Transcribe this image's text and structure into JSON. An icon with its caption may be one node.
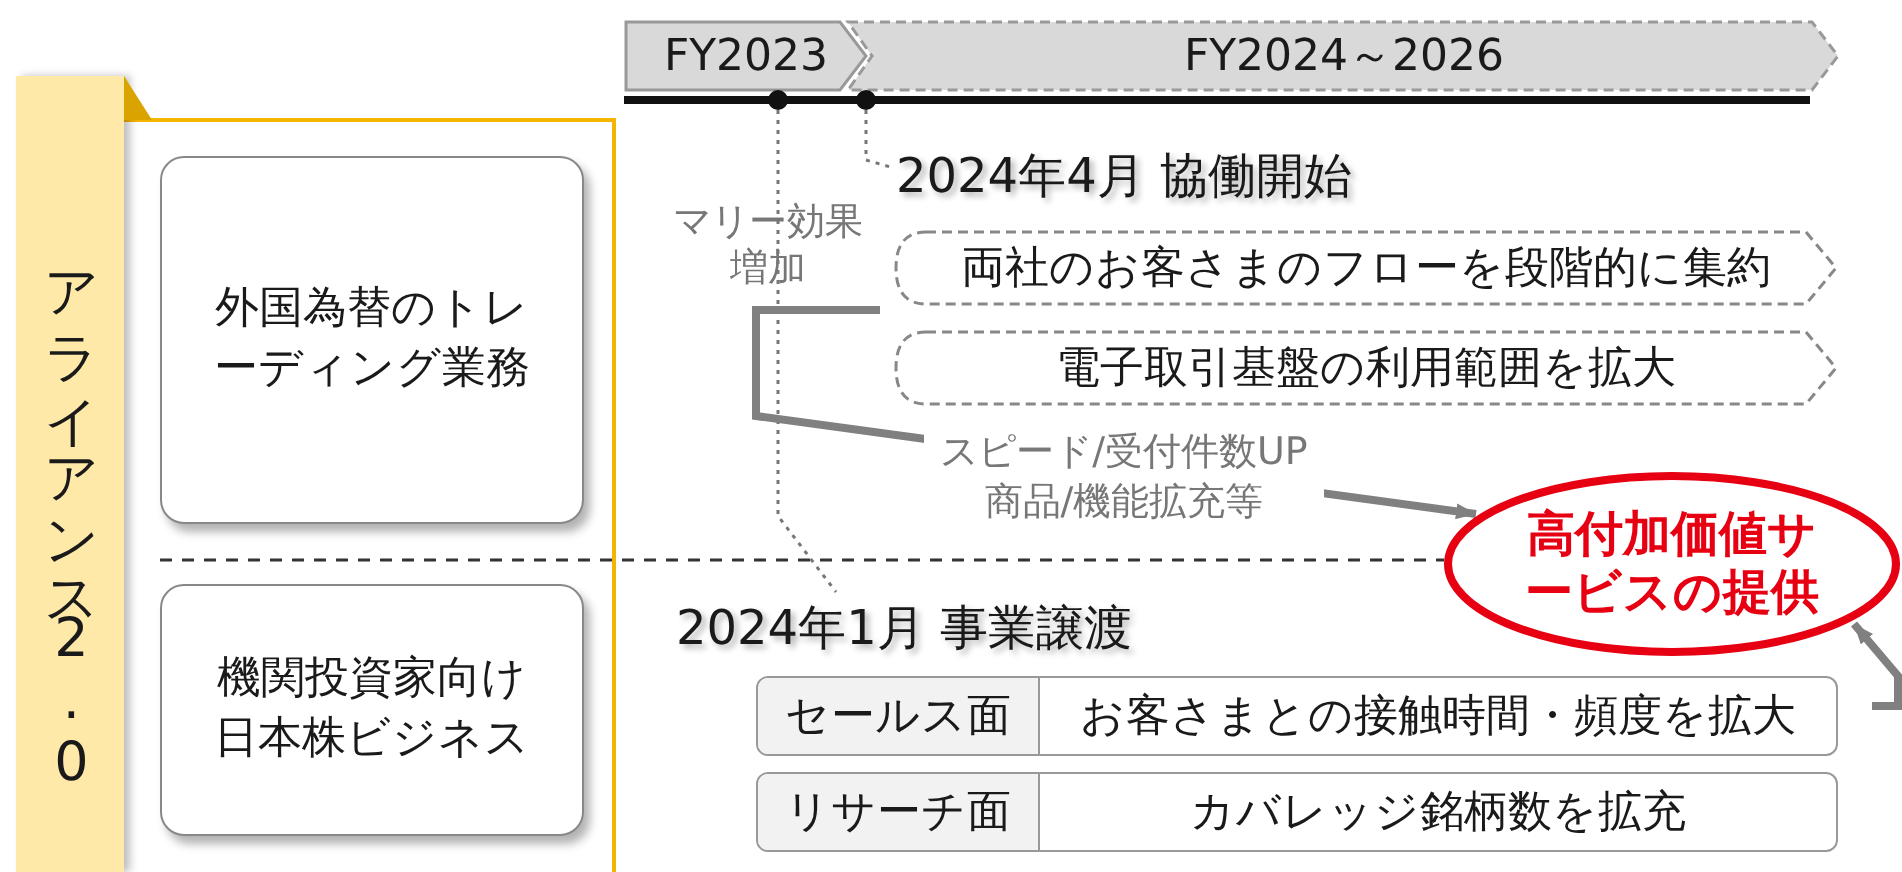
{
  "diagram": {
    "nodes": [
      {
        "text": [
          "アライアンス2.0"
        ]
      },
      {
        "text": [
          "外国為替のトレーディング業務"
        ],
        "in": 0
      },
      {
        "text": [
          "機関投資家向け日本株ビジネス"
        ],
        "in": 0
      },
      {
        "text": [
          "FY2023"
        ]
      },
      {
        "text": [
          "FY2024～2026"
        ]
      },
      {
        "text": [],
        "shape": "circle"
      },
      {
        "text": [],
        "shape": "circle"
      },
      {
        "text": [
          "2024年4月 協働開始"
        ]
      },
      {
        "text": [
          "両社のお客さまのフローを段階的に集約"
        ]
      },
      {
        "text": [
          "電子取引基盤の利用範囲を拡大"
        ]
      },
      {
        "text": [
          "高付加価値サービスの提供"
        ]
      },
      {
        "text": [
          "2024年1月 事業譲渡"
        ]
      },
      {
        "text": [
          "セールス面",
          "お客さまとの接触時間・頻度を拡大"
        ]
      },
      {
        "text": [
          "リサーチ面",
          "カバレッジ銘柄数を拡充"
        ]
      }
    ],
    "edges": [
      {
        "from": 5,
        "to": 11,
        "arrow": "none",
        "style": "dashed"
      },
      {
        "from": 6,
        "to": 7,
        "arrow": "none",
        "style": "dashed"
      },
      {
        "from": null,
        "to": 10,
        "arrow": "to",
        "style": "thick",
        "label": "スピード/受付件数UP 商品/機能拡充等"
      },
      {
        "from": null,
        "to": 10,
        "arrow": "to",
        "style": "thick"
      }
    ],
    "labels": [
      "マリー効果増加"
    ]
  }
}
